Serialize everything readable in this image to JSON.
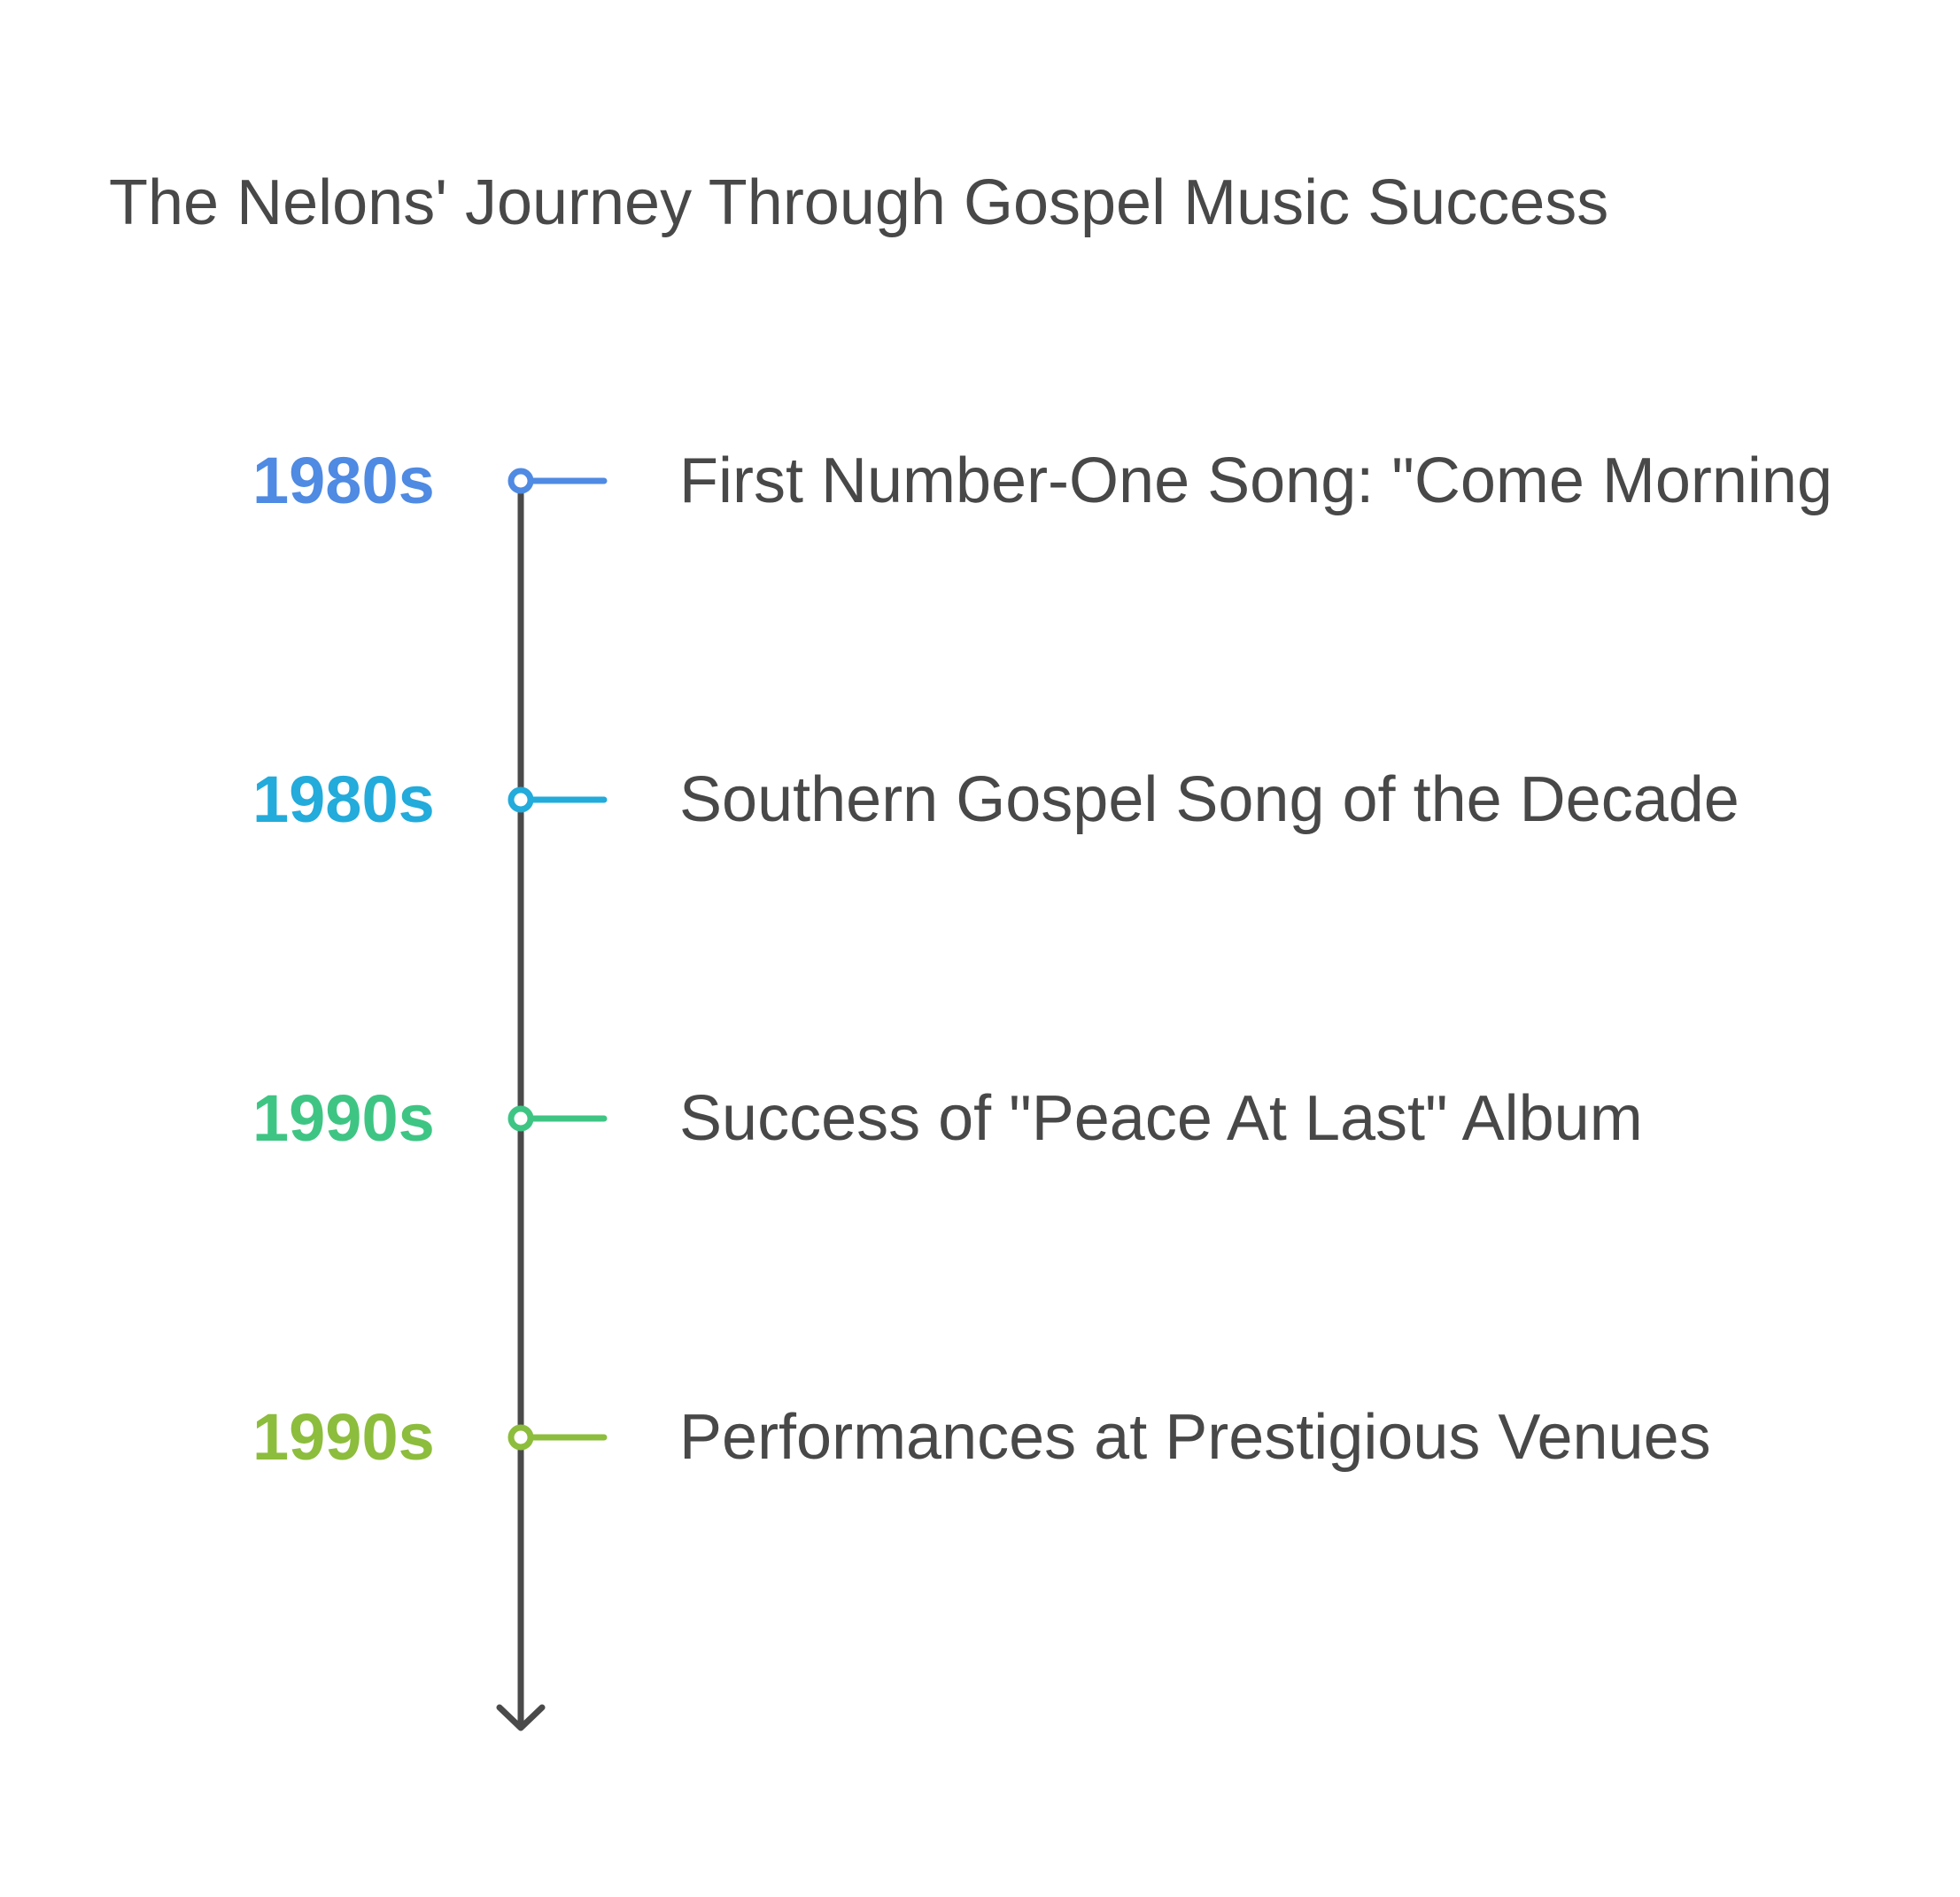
{
  "title": "The Nelons' Journey Through Gospel Music Success",
  "axis": {
    "color": "#4a4a4a",
    "direction": "down",
    "end_icon": "arrow-down-icon"
  },
  "events": [
    {
      "period": "1980s",
      "label": "First Number-One Song: \"Come Morning",
      "color": "#4f8ae3"
    },
    {
      "period": "1980s",
      "label": "Southern Gospel Song of the Decade",
      "color": "#22abdb"
    },
    {
      "period": "1990s",
      "label": "Success of \"Peace At Last\" Album",
      "color": "#3ec584"
    },
    {
      "period": "1990s",
      "label": "Performances at Prestigious Venues",
      "color": "#8dbd3c"
    }
  ]
}
